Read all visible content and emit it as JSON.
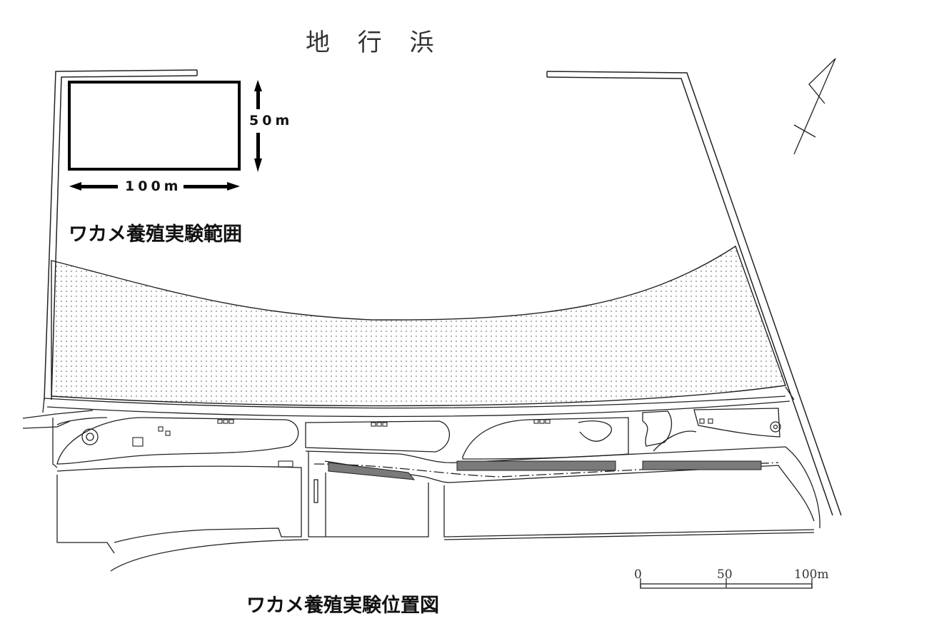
{
  "map": {
    "title": "地 行 浜",
    "legend": {
      "height_label": "50m",
      "width_label": "100m",
      "range_label": "ワカメ養殖実験範囲"
    },
    "caption": "ワカメ養殖実験位置図",
    "scale_bar": {
      "ticks": [
        "0",
        "50",
        "100m"
      ]
    },
    "colors": {
      "line": "#222222",
      "dots": "#555555",
      "dark_strip": "#7a7a7a"
    },
    "icons": [
      "north-arrow-icon",
      "vertical-arrow-icon",
      "horizontal-arrow-icon"
    ]
  }
}
